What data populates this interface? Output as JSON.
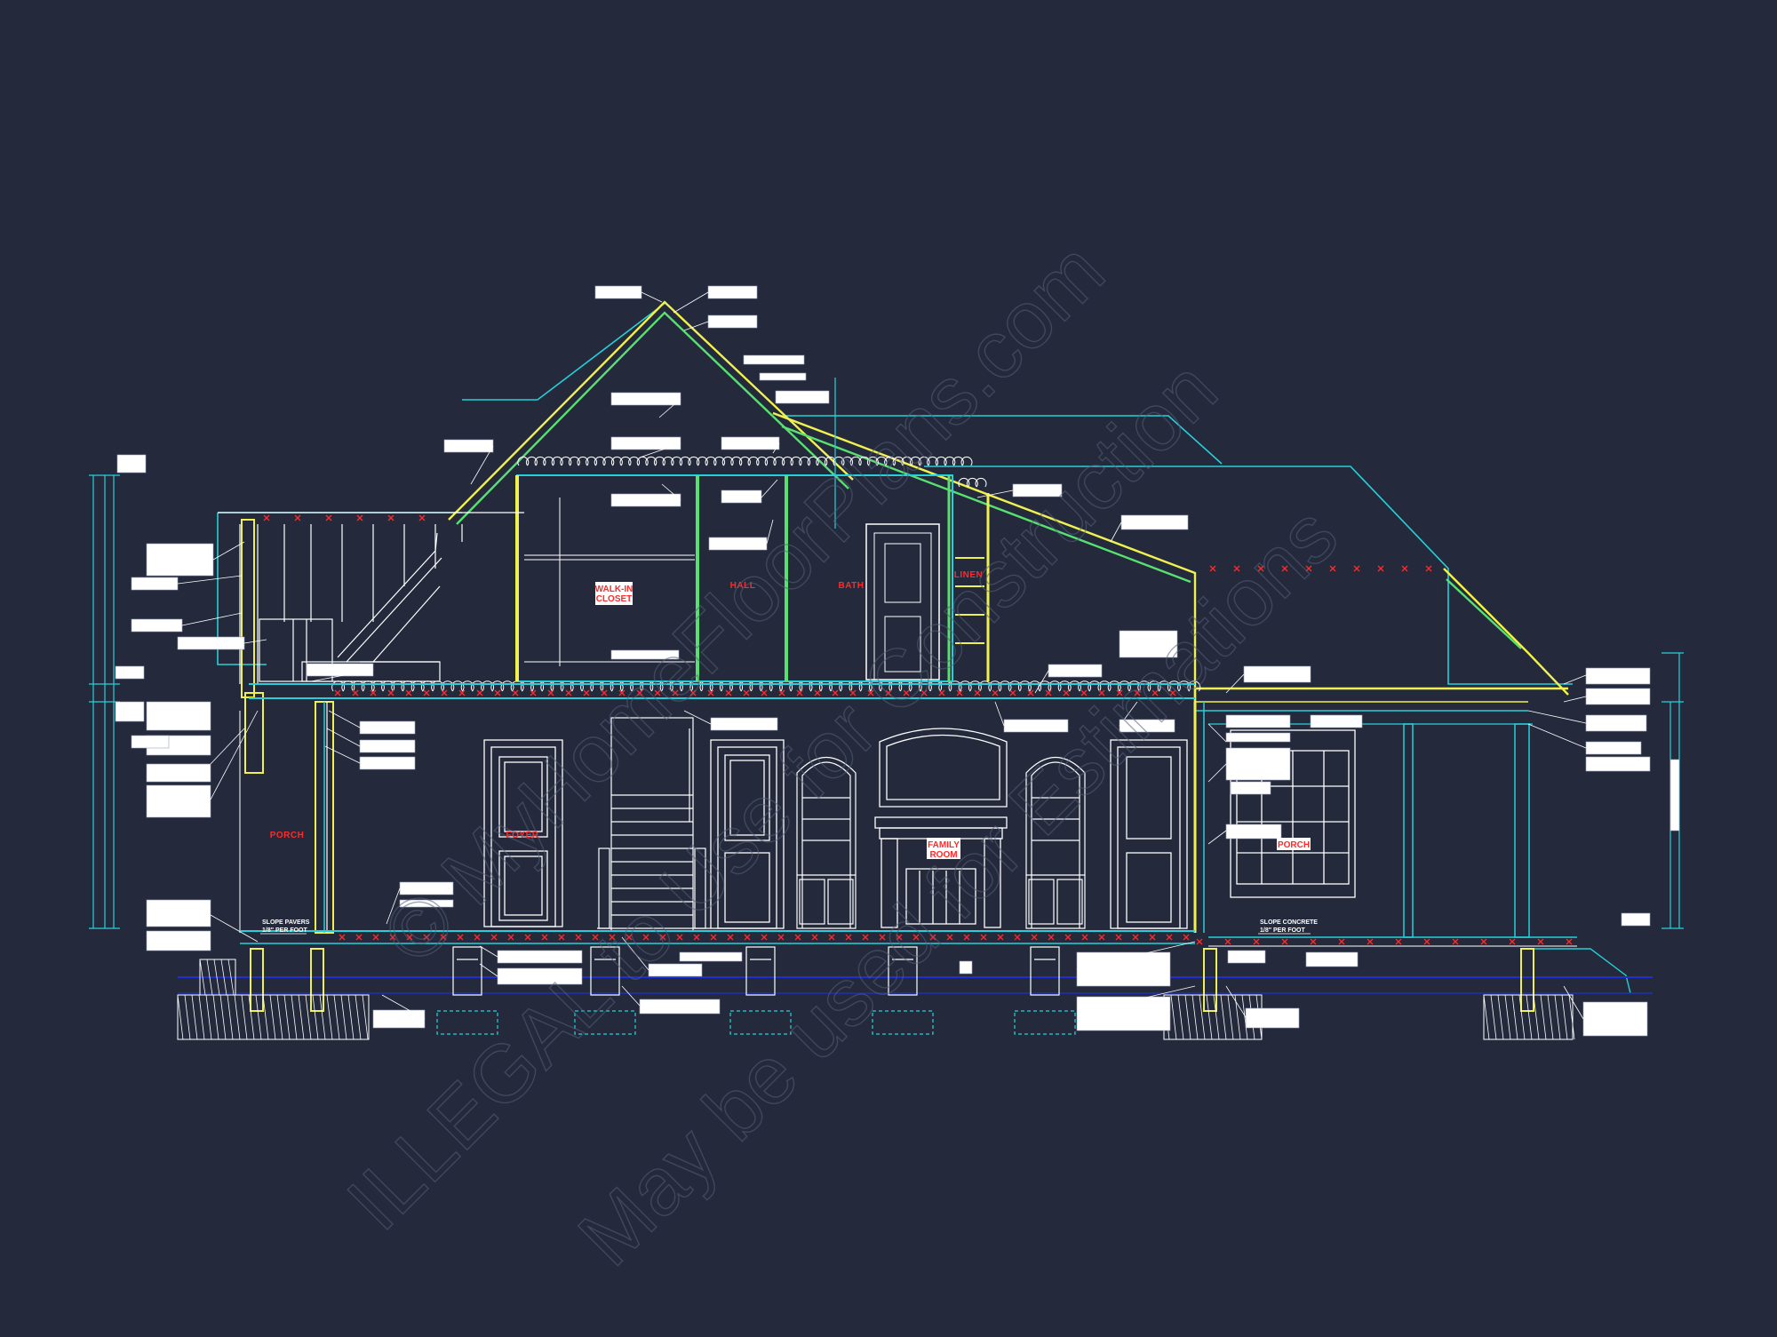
{
  "drawing": {
    "title": "Building Section",
    "colors": {
      "background": "#242a3c",
      "line_white": "#ffffff",
      "line_cyan": "#27d0d8",
      "line_yellow": "#f0f050",
      "line_green": "#58e070",
      "line_red": "#ff2a2a",
      "ground_blue": "#2030d0",
      "watermark": "#55607a"
    }
  },
  "rooms": {
    "walk_in_closet": "WALK-IN\nCLOSET",
    "walk_in_closet_l1": "WALK-IN",
    "walk_in_closet_l2": "CLOSET",
    "hall": "HALL",
    "bath": "BATH",
    "linen": "LINEN",
    "porch_left": "PORCH",
    "foyer": "FOYER",
    "family_room_l1": "FAMILY",
    "family_room_l2": "ROOM",
    "porch_right": "PORCH"
  },
  "notes": {
    "slope_pavers_l1": "SLOPE PAVERS",
    "slope_pavers_l2": "1/8\" PER FOOT",
    "slope_concrete_l1": "SLOPE CONCRETE",
    "slope_concrete_l2": "1/8\" PER FOOT"
  },
  "watermark": {
    "line1": "© MyHomeFloorPlans.com",
    "line2": "ILLEGAL to Use for Construction",
    "line3": "May be used for Estimations"
  }
}
